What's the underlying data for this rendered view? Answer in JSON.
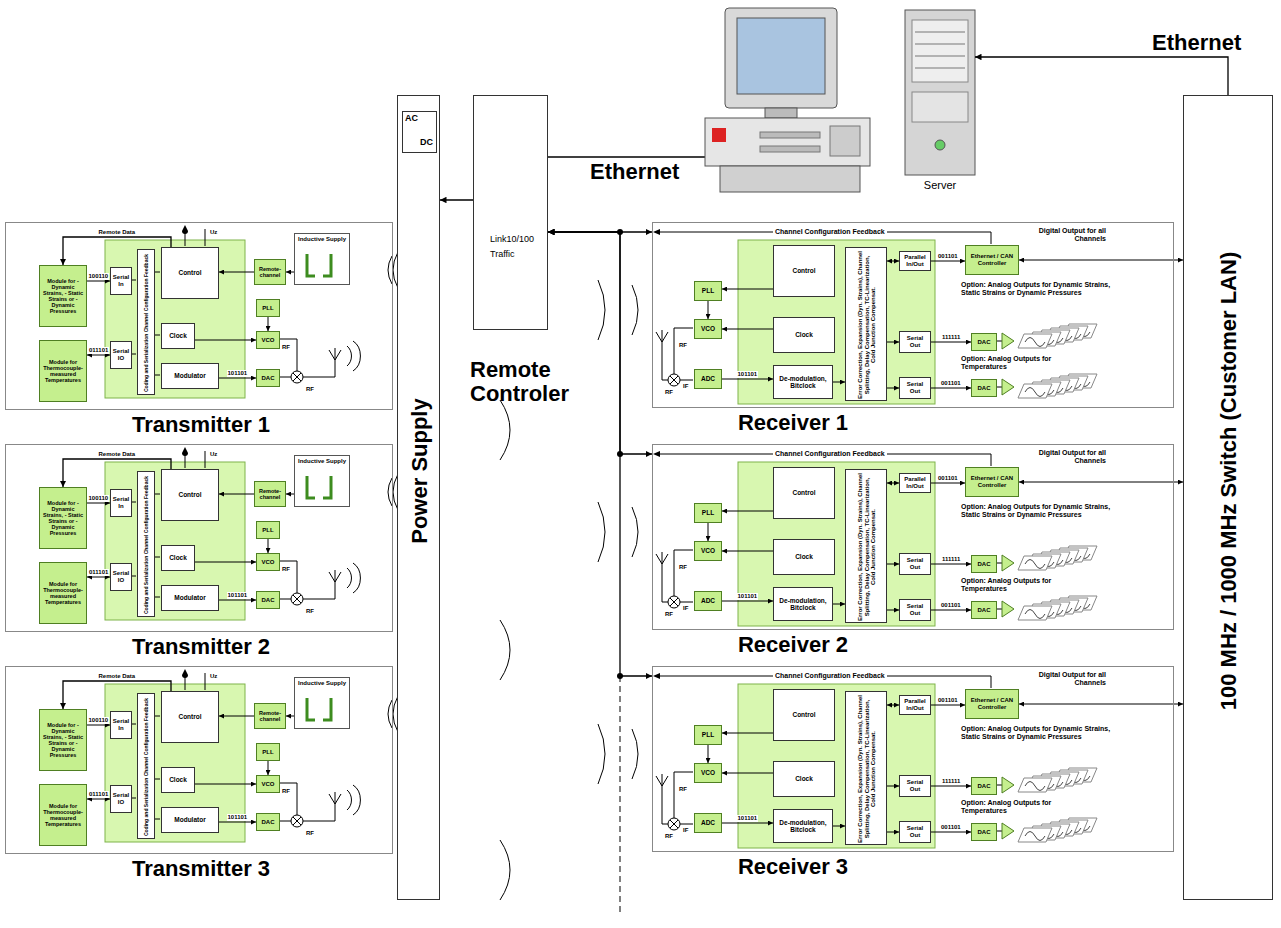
{
  "diagram": {
    "nodes": [
      {
        "text": [
          "Power Supply"
        ]
      },
      {
        "text": [
          "AC",
          "DC"
        ],
        "in": 0
      },
      {
        "text": [
          "Remote Controler",
          "Link10/100",
          "Traffic"
        ]
      },
      {
        "text": [
          "100 MHz / 1000 MHz Switch (Customer LAN)"
        ]
      },
      {
        "text": [
          "Transmitter 1"
        ]
      },
      {
        "text": [
          "Module for - Dynamic Strains, - Static Strains or - Dynamic Pressures"
        ],
        "in": 4
      },
      {
        "text": [
          "Module for Thermocouple-measured Temperatures"
        ],
        "in": 4
      },
      {
        "text": [
          "Serial In"
        ],
        "in": 4
      },
      {
        "text": [
          "Serial IO"
        ],
        "in": 4
      },
      {
        "text": [
          "Coding and Serialization Channel Configuration Feedback"
        ],
        "in": 4
      },
      {
        "text": [
          "Control"
        ],
        "in": 4
      },
      {
        "text": [
          "Clock"
        ],
        "in": 4
      },
      {
        "text": [
          "Modulator"
        ],
        "in": 4
      },
      {
        "text": [
          "PLL"
        ],
        "in": 4
      },
      {
        "text": [
          "VCO"
        ],
        "in": 4
      },
      {
        "text": [
          "DAC"
        ],
        "in": 4
      },
      {
        "text": [
          "Remote-channel"
        ],
        "in": 4
      },
      {
        "text": [
          "Inductive Supply"
        ],
        "in": 4
      },
      {
        "text": [
          "Transmitter 2"
        ]
      },
      {
        "text": [
          "Module for - Dynamic Strains, - Static Strains or - Dynamic Pressures"
        ],
        "in": 18
      },
      {
        "text": [
          "Module for Thermocouple-measured Temperatures"
        ],
        "in": 18
      },
      {
        "text": [
          "Serial In"
        ],
        "in": 18
      },
      {
        "text": [
          "Serial IO"
        ],
        "in": 18
      },
      {
        "text": [
          "Coding and Serialization Channel Configuration Feedback"
        ],
        "in": 18
      },
      {
        "text": [
          "Control"
        ],
        "in": 18
      },
      {
        "text": [
          "Clock"
        ],
        "in": 18
      },
      {
        "text": [
          "Modulator"
        ],
        "in": 18
      },
      {
        "text": [
          "PLL"
        ],
        "in": 18
      },
      {
        "text": [
          "VCO"
        ],
        "in": 18
      },
      {
        "text": [
          "DAC"
        ],
        "in": 18
      },
      {
        "text": [
          "Remote-channel"
        ],
        "in": 18
      },
      {
        "text": [
          "Inductive Supply"
        ],
        "in": 18
      },
      {
        "text": [
          "Transmitter 3"
        ]
      },
      {
        "text": [
          "Module for - Dynamic Strains, - Static Strains or - Dynamic Pressures"
        ],
        "in": 32
      },
      {
        "text": [
          "Module for Thermocouple-measured Temperatures"
        ],
        "in": 32
      },
      {
        "text": [
          "Serial In"
        ],
        "in": 32
      },
      {
        "text": [
          "Serial IO"
        ],
        "in": 32
      },
      {
        "text": [
          "Coding and Serialization Channel Configuration Feedback"
        ],
        "in": 32
      },
      {
        "text": [
          "Control"
        ],
        "in": 32
      },
      {
        "text": [
          "Clock"
        ],
        "in": 32
      },
      {
        "text": [
          "Modulator"
        ],
        "in": 32
      },
      {
        "text": [
          "PLL"
        ],
        "in": 32
      },
      {
        "text": [
          "VCO"
        ],
        "in": 32
      },
      {
        "text": [
          "DAC"
        ],
        "in": 32
      },
      {
        "text": [
          "Remote-channel"
        ],
        "in": 32
      },
      {
        "text": [
          "Inductive Supply"
        ],
        "in": 32
      },
      {
        "text": [
          "Receiver 1"
        ]
      },
      {
        "text": [
          "Control"
        ],
        "in": 46
      },
      {
        "text": [
          "PLL"
        ],
        "in": 46
      },
      {
        "text": [
          "VCO"
        ],
        "in": 46
      },
      {
        "text": [
          "Clock"
        ],
        "in": 46
      },
      {
        "text": [
          "ADC"
        ],
        "in": 46
      },
      {
        "text": [
          "De-modulation, Bitclock"
        ],
        "in": 46
      },
      {
        "text": [
          "Error Correction, Expansion (Dyn. Strains), Channel Splitting, Delay Compensation, TC-Linearization, Cold Junction Compensat."
        ],
        "in": 46
      },
      {
        "text": [
          "Parallel In/Out"
        ],
        "in": 46
      },
      {
        "text": [
          "Serial Out"
        ],
        "in": 46
      },
      {
        "text": [
          "Serial Out"
        ],
        "in": 46
      },
      {
        "text": [
          "DAC"
        ],
        "in": 46
      },
      {
        "text": [
          "DAC"
        ],
        "in": 46
      },
      {
        "text": [
          "Ethernet / CAN Controller"
        ],
        "in": 46
      },
      {
        "text": [
          "Receiver 2"
        ]
      },
      {
        "text": [
          "Control"
        ],
        "in": 60
      },
      {
        "text": [
          "PLL"
        ],
        "in": 60
      },
      {
        "text": [
          "VCO"
        ],
        "in": 60
      },
      {
        "text": [
          "Clock"
        ],
        "in": 60
      },
      {
        "text": [
          "ADC"
        ],
        "in": 60
      },
      {
        "text": [
          "De-modulation, Bitclock"
        ],
        "in": 60
      },
      {
        "text": [
          "Error Correction, Expansion (Dyn. Strains), Channel Splitting, Delay Compensation, TC-Linearization, Cold Junction Compensat."
        ],
        "in": 60
      },
      {
        "text": [
          "Parallel In/Out"
        ],
        "in": 60
      },
      {
        "text": [
          "Serial Out"
        ],
        "in": 60
      },
      {
        "text": [
          "Serial Out"
        ],
        "in": 60
      },
      {
        "text": [
          "DAC"
        ],
        "in": 60
      },
      {
        "text": [
          "DAC"
        ],
        "in": 60
      },
      {
        "text": [
          "Ethernet / CAN Controller"
        ],
        "in": 60
      },
      {
        "text": [
          "Receiver 3"
        ]
      },
      {
        "text": [
          "Control"
        ],
        "in": 74
      },
      {
        "text": [
          "PLL"
        ],
        "in": 74
      },
      {
        "text": [
          "VCO"
        ],
        "in": 74
      },
      {
        "text": [
          "Clock"
        ],
        "in": 74
      },
      {
        "text": [
          "ADC"
        ],
        "in": 74
      },
      {
        "text": [
          "De-modulation, Bitclock"
        ],
        "in": 74
      },
      {
        "text": [
          "Error Correction, Expansion (Dyn. Strains), Channel Splitting, Delay Compensation, TC-Linearization, Cold Junction Compensat."
        ],
        "in": 74
      },
      {
        "text": [
          "Parallel In/Out"
        ],
        "in": 74
      },
      {
        "text": [
          "Serial Out"
        ],
        "in": 74
      },
      {
        "text": [
          "Serial Out"
        ],
        "in": 74
      },
      {
        "text": [
          "DAC"
        ],
        "in": 74
      },
      {
        "text": [
          "DAC"
        ],
        "in": 74
      },
      {
        "text": [
          "Ethernet / CAN Controller"
        ],
        "in": 74
      },
      {
        "text": [
          "Server"
        ]
      }
    ],
    "edges": [
      {
        "from": 5,
        "to": 7,
        "arrow": "to",
        "label": "100110"
      },
      {
        "from": 6,
        "to": 8,
        "arrow": "both",
        "label": "011101"
      },
      {
        "from": 12,
        "to": 15,
        "arrow": "to",
        "label": "101101"
      },
      {
        "from": 16,
        "to": 10,
        "arrow": "to"
      },
      {
        "from": 17,
        "to": 16,
        "arrow": "to"
      },
      {
        "from": 13,
        "to": 14,
        "arrow": "to"
      },
      {
        "from": 11,
        "to": 14,
        "arrow": "to"
      },
      {
        "from": 10,
        "to": 5,
        "arrow": "to",
        "label": "Remote Data"
      },
      {
        "from": 19,
        "to": 21,
        "arrow": "to",
        "label": "100110"
      },
      {
        "from": 20,
        "to": 22,
        "arrow": "both",
        "label": "011101"
      },
      {
        "from": 26,
        "to": 29,
        "arrow": "to",
        "label": "101101"
      },
      {
        "from": 30,
        "to": 24,
        "arrow": "to"
      },
      {
        "from": 31,
        "to": 30,
        "arrow": "to"
      },
      {
        "from": 27,
        "to": 28,
        "arrow": "to"
      },
      {
        "from": 25,
        "to": 28,
        "arrow": "to"
      },
      {
        "from": 24,
        "to": 19,
        "arrow": "to",
        "label": "Remote Data"
      },
      {
        "from": 33,
        "to": 35,
        "arrow": "to",
        "label": "100110"
      },
      {
        "from": 34,
        "to": 36,
        "arrow": "both",
        "label": "011101"
      },
      {
        "from": 40,
        "to": 43,
        "arrow": "to",
        "label": "101101"
      },
      {
        "from": 44,
        "to": 38,
        "arrow": "to"
      },
      {
        "from": 45,
        "to": 44,
        "arrow": "to"
      },
      {
        "from": 41,
        "to": 42,
        "arrow": "to"
      },
      {
        "from": 39,
        "to": 42,
        "arrow": "to"
      },
      {
        "from": 38,
        "to": 33,
        "arrow": "to",
        "label": "Remote Data"
      },
      {
        "from": 51,
        "to": 52,
        "arrow": "to",
        "label": "101101"
      },
      {
        "from": 52,
        "to": 53,
        "arrow": "to"
      },
      {
        "from": 47,
        "to": 48,
        "arrow": "to"
      },
      {
        "from": 48,
        "to": 49,
        "arrow": "to"
      },
      {
        "from": 50,
        "to": 49,
        "arrow": "to"
      },
      {
        "from": 53,
        "to": 54,
        "arrow": "both"
      },
      {
        "from": 53,
        "to": 55,
        "arrow": "to"
      },
      {
        "from": 53,
        "to": 56,
        "arrow": "to"
      },
      {
        "from": 54,
        "to": 59,
        "arrow": "to",
        "label": "001101"
      },
      {
        "from": 55,
        "to": 57,
        "arrow": "to",
        "label": "111111"
      },
      {
        "from": 56,
        "to": 58,
        "arrow": "to",
        "label": "001101"
      },
      {
        "from": 59,
        "to": 3,
        "arrow": "both"
      },
      {
        "from": 2,
        "to": 46,
        "arrow": "both"
      },
      {
        "from": 65,
        "to": 66,
        "arrow": "to",
        "label": "101101"
      },
      {
        "from": 66,
        "to": 67,
        "arrow": "to"
      },
      {
        "from": 61,
        "to": 62,
        "arrow": "to"
      },
      {
        "from": 62,
        "to": 63,
        "arrow": "to"
      },
      {
        "from": 64,
        "to": 63,
        "arrow": "to"
      },
      {
        "from": 67,
        "to": 68,
        "arrow": "both"
      },
      {
        "from": 67,
        "to": 69,
        "arrow": "to"
      },
      {
        "from": 67,
        "to": 70,
        "arrow": "to"
      },
      {
        "from": 68,
        "to": 73,
        "arrow": "to",
        "label": "001101"
      },
      {
        "from": 69,
        "to": 71,
        "arrow": "to",
        "label": "111111"
      },
      {
        "from": 70,
        "to": 72,
        "arrow": "to",
        "label": "001101"
      },
      {
        "from": 73,
        "to": 3,
        "arrow": "both"
      },
      {
        "from": 2,
        "to": 60,
        "arrow": "both"
      },
      {
        "from": 79,
        "to": 80,
        "arrow": "to",
        "label": "101101"
      },
      {
        "from": 80,
        "to": 81,
        "arrow": "to"
      },
      {
        "from": 75,
        "to": 76,
        "arrow": "to"
      },
      {
        "from": 76,
        "to": 77,
        "arrow": "to"
      },
      {
        "from": 78,
        "to": 77,
        "arrow": "to"
      },
      {
        "from": 81,
        "to": 82,
        "arrow": "both"
      },
      {
        "from": 81,
        "to": 83,
        "arrow": "to"
      },
      {
        "from": 81,
        "to": 84,
        "arrow": "to"
      },
      {
        "from": 82,
        "to": 87,
        "arrow": "to",
        "label": "001101"
      },
      {
        "from": 83,
        "to": 85,
        "arrow": "to",
        "label": "111111"
      },
      {
        "from": 84,
        "to": 86,
        "arrow": "to",
        "label": "001101"
      },
      {
        "from": 87,
        "to": 3,
        "arrow": "both"
      },
      {
        "from": 2,
        "to": 74,
        "arrow": "both"
      },
      {
        "from": 2,
        "to": 0,
        "arrow": "to"
      },
      {
        "from": 3,
        "to": 88,
        "arrow": "to",
        "label": "Ethernet"
      }
    ],
    "labels": [
      "Ethernet",
      "Uz",
      "RF",
      "RF",
      "Uz",
      "RF",
      "RF",
      "Uz",
      "RF",
      "RF",
      "Channel Configuration Feedback",
      "Digital Output for all Channels",
      "Option: Analog Outputs for Dynamic Strains, Static Strains or Dynamic Pressures",
      "Option: Analog Outputs for Temperatures",
      "RF",
      "IF",
      "RF",
      "Channel Configuration Feedback",
      "Digital Output for all Channels",
      "Option: Analog Outputs for Dynamic Strains, Static Strains or Dynamic Pressures",
      "Option: Analog Outputs for Temperatures",
      "RF",
      "IF",
      "RF",
      "Channel Configuration Feedback",
      "Digital Output for all Channels",
      "Option: Analog Outputs for Dynamic Strains, Static Strains or Dynamic Pressures",
      "Option: Analog Outputs for Temperatures",
      "RF",
      "IF",
      "RF"
    ]
  }
}
